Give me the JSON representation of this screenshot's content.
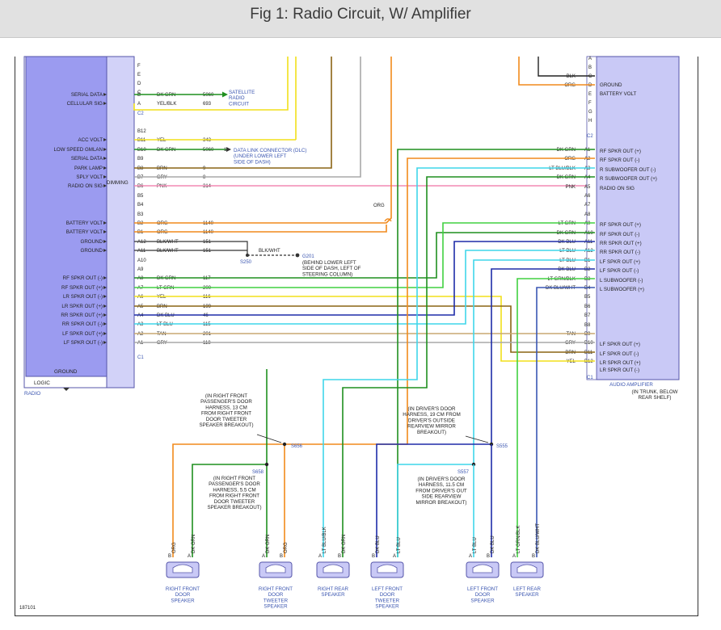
{
  "title": "Fig 1: Radio Circuit, W/ Amplifier",
  "radio": {
    "name": "RADIO",
    "logic": "LOGIC",
    "ground": "GROUND",
    "dimming": "DIMMING",
    "connector_top_pins": [
      "F",
      "E",
      "D",
      "C"
    ],
    "c2_pins": [
      {
        "pin": "B",
        "wire": "DK GRN",
        "circuit": "5060",
        "label": "SERIAL DATA",
        "color": "#1a8a1a"
      },
      {
        "pin": "A",
        "wire": "YEL/BLK",
        "circuit": "693",
        "label": "CELLULAR SIG",
        "color": "#f4e21a"
      }
    ],
    "c2_label": "C2",
    "satellite": "SATELLITE\nRADIO\nCIRCUIT",
    "b_pins": [
      {
        "pin": "B12",
        "wire": "",
        "circuit": "",
        "label": "",
        "color": ""
      },
      {
        "pin": "B11",
        "wire": "YEL",
        "circuit": "343",
        "label": "ACC VOLT",
        "color": "#f4e21a"
      },
      {
        "pin": "B10",
        "wire": "DK GRN",
        "circuit": "5060",
        "label": "LOW SPEED GMLAN",
        "color": "#1a8a1a"
      },
      {
        "pin": "B9",
        "wire": "",
        "circuit": "",
        "label": "SERIAL DATA",
        "color": ""
      },
      {
        "pin": "B8",
        "wire": "BRN",
        "circuit": "9",
        "label": "PARK LAMP",
        "color": "#8a6412"
      },
      {
        "pin": "B7",
        "wire": "GRY",
        "circuit": "8",
        "label": "SPLY VOLT",
        "color": "#a0a0a0"
      },
      {
        "pin": "B6",
        "wire": "PNK",
        "circuit": "314",
        "label": "RADIO ON SIG",
        "color": "#f08ab0"
      },
      {
        "pin": "B5",
        "wire": "",
        "circuit": "",
        "label": "",
        "color": ""
      },
      {
        "pin": "B4",
        "wire": "",
        "circuit": "",
        "label": "",
        "color": ""
      },
      {
        "pin": "B3",
        "wire": "",
        "circuit": "",
        "label": "",
        "color": ""
      },
      {
        "pin": "B2",
        "wire": "ORG",
        "circuit": "1140",
        "label": "BATTERY VOLT",
        "color": "#f08c1a"
      },
      {
        "pin": "B1",
        "wire": "ORG",
        "circuit": "1140",
        "label": "BATTERY VOLT",
        "color": "#f08c1a"
      },
      {
        "pin": "A12",
        "wire": "BLK/WHT",
        "circuit": "151",
        "label": "GROUND",
        "color": "#333333"
      },
      {
        "pin": "A11",
        "wire": "BLK/WHT",
        "circuit": "151",
        "label": "GROUND",
        "color": "#333333"
      },
      {
        "pin": "A10",
        "wire": "",
        "circuit": "",
        "label": "",
        "color": ""
      },
      {
        "pin": "A9",
        "wire": "",
        "circuit": "",
        "label": "",
        "color": ""
      },
      {
        "pin": "A8",
        "wire": "DK GRN",
        "circuit": "117",
        "label": "RF SPKR OUT (-)",
        "color": "#1a8a1a"
      },
      {
        "pin": "A7",
        "wire": "LT GRN",
        "circuit": "200",
        "label": "RF SPKR OUT (+)",
        "color": "#3ed43e"
      },
      {
        "pin": "A6",
        "wire": "YEL",
        "circuit": "116",
        "label": "LR SPKR OUT (-)",
        "color": "#f4e21a"
      },
      {
        "pin": "A5",
        "wire": "BRN",
        "circuit": "199",
        "label": "LR SPKR OUT (+)",
        "color": "#8a6412"
      },
      {
        "pin": "A4",
        "wire": "DK BLU",
        "circuit": "46",
        "label": "RR SPKR OUT (+)",
        "color": "#1a2aa0"
      },
      {
        "pin": "A3",
        "wire": "LT BLU",
        "circuit": "115",
        "label": "RR SPKR OUT (-)",
        "color": "#3fd8e8"
      },
      {
        "pin": "A2",
        "wire": "TAN",
        "circuit": "201",
        "label": "LF SPKR OUT (+)",
        "color": "#c8a870"
      },
      {
        "pin": "A1",
        "wire": "GRY",
        "circuit": "118",
        "label": "LF SPKR OUT (-)",
        "color": "#a0a0a0"
      }
    ],
    "c1_label": "C1",
    "dlc": "DATA LINK CONNECTOR (DLC)\n(UNDER LOWER LEFT\nSIDE OF DASH)",
    "dlc_pin": "1",
    "s250": "S250",
    "g201": "G201",
    "g201_wire": "BLK/WHT",
    "g201_note": "(BEHIND LOWER LEFT\nSIDE OF DASH, LEFT OF\nSTEERING COLUMN)"
  },
  "amplifier": {
    "name": "AUDIO AMPLIFIER",
    "location": "(IN TRUNK, BELOW\nREAR SHELF)",
    "c2_pins": [
      {
        "pin": "A",
        "wire": "",
        "label": ""
      },
      {
        "pin": "B",
        "wire": "",
        "label": ""
      },
      {
        "pin": "C",
        "wire": "BLK",
        "label": ""
      },
      {
        "pin": "D",
        "wire": "ORG",
        "label": "GROUND"
      },
      {
        "pin": "E",
        "wire": "",
        "label": "BATTERY VOLT"
      },
      {
        "pin": "F",
        "wire": "",
        "label": ""
      },
      {
        "pin": "G",
        "wire": "",
        "label": ""
      },
      {
        "pin": "H",
        "wire": "",
        "label": ""
      }
    ],
    "c2_label": "C2",
    "c1_pins": [
      {
        "pin": "A1",
        "wire": "DK GRN",
        "label": "RF SPKR OUT (+)"
      },
      {
        "pin": "A2",
        "wire": "ORG",
        "label": "RF SPKR OUT (-)"
      },
      {
        "pin": "A3",
        "wire": "LT BLU/BLK",
        "label": "R SUBWOOFER OUT (-)"
      },
      {
        "pin": "A4",
        "wire": "DK GRN",
        "label": "R SUBWOOFER OUT (+)"
      },
      {
        "pin": "A5",
        "wire": "PNK",
        "label": "RADIO ON SIG"
      },
      {
        "pin": "A6",
        "wire": "",
        "label": ""
      },
      {
        "pin": "A7",
        "wire": "",
        "label": ""
      },
      {
        "pin": "A8",
        "wire": "",
        "label": ""
      },
      {
        "pin": "A9",
        "wire": "LT GRN",
        "label": "RF SPKR OUT (+)"
      },
      {
        "pin": "A10",
        "wire": "DK GRN",
        "label": "RF SPKR OUT (-)"
      },
      {
        "pin": "A11",
        "wire": "DK BLU",
        "label": "RR SPKR OUT (+)"
      },
      {
        "pin": "A12",
        "wire": "LT BLU",
        "label": "RR SPKR OUT (-)"
      },
      {
        "pin": "B1",
        "wire": "LT BLU",
        "label": "LF SPKR OUT (+)"
      },
      {
        "pin": "B2",
        "wire": "DK BLU",
        "label": "LF SPKR OUT (-)"
      },
      {
        "pin": "B3",
        "wire": "LT GRN/BLK",
        "label": "L SUBWOOFER (-)"
      },
      {
        "pin": "B4",
        "wire": "DK BLU/WHT",
        "label": "L SUBWOOFER (+)"
      },
      {
        "pin": "B5",
        "wire": "",
        "label": ""
      },
      {
        "pin": "B6",
        "wire": "",
        "label": ""
      },
      {
        "pin": "B7",
        "wire": "",
        "label": ""
      },
      {
        "pin": "B8",
        "wire": "",
        "label": ""
      },
      {
        "pin": "B9",
        "wire": "TAN",
        "label": ""
      },
      {
        "pin": "B10",
        "wire": "GRY",
        "label": "LF SPKR OUT (+)"
      },
      {
        "pin": "B11",
        "wire": "BRN",
        "label": "LF SPKR OUT (-)"
      },
      {
        "pin": "B12",
        "wire": "YEL",
        "label": "LR SPKR OUT (+)"
      }
    ],
    "c1_extra_label": "LR SPKR OUT (-)",
    "c1_label": "C1"
  },
  "splices": {
    "s656": "S656",
    "s656_note": "(IN RIGHT FRONT\nPASSENGER'S DOOR\nHARNESS, 13 CM\nFROM RIGHT FRONT\nDOOR TWEETER\nSPEAKER BREAKOUT)",
    "s658": "S658",
    "s658_note": "(IN RIGHT FRONT\nPASSENGER'S DOOR\nHARNESS, 5.5 CM\nFROM RIGHT FRONT\nDOOR TWEETER\nSPEAKER BREAKOUT)",
    "s555": "S555",
    "s555_note": "(IN DRIVER'S DOOR\nHARNESS, 19 CM FROM\nDRIVER'S OUTSIDE\nREARVIEW MIRROR\nBREAKOUT)",
    "s557": "S557",
    "s557_note": "(IN DRIVER'S DOOR\nHARNESS, 11.5 CM\nFROM DRIVER'S OUT\nSIDE REARVIEW\nMIRROR BREAKOUT)"
  },
  "speakers": [
    {
      "name": "RIGHT FRONT\nDOOR\nSPEAKER",
      "wires": [
        {
          "pin": "B",
          "wire": "ORG"
        },
        {
          "pin": "A",
          "wire": "DK GRN"
        }
      ]
    },
    {
      "name": "RIGHT FRONT\nDOOR\nTWEETER\nSPEAKER",
      "wires": [
        {
          "pin": "A",
          "wire": "DK GRN"
        },
        {
          "pin": "B",
          "wire": "ORG"
        }
      ]
    },
    {
      "name": "RIGHT REAR\nSPEAKER",
      "wires": [
        {
          "pin": "A",
          "wire": "LT BLU/BLK"
        },
        {
          "pin": "B",
          "wire": "DK GRN"
        }
      ]
    },
    {
      "name": "LEFT FRONT\nDOOR\nTWEETER\nSPEAKER",
      "wires": [
        {
          "pin": "B",
          "wire": "DK BLU"
        },
        {
          "pin": "A",
          "wire": "LT BLU"
        }
      ]
    },
    {
      "name": "LEFT FRONT\nDOOR\nSPEAKER",
      "wires": [
        {
          "pin": "A",
          "wire": "LT BLU"
        },
        {
          "pin": "B",
          "wire": "DK BLU"
        }
      ]
    },
    {
      "name": "LEFT REAR\nSPEAKER",
      "wires": [
        {
          "pin": "A",
          "wire": "LT GRN/BLK"
        },
        {
          "pin": "B",
          "wire": "DK BLU/WHT"
        }
      ]
    }
  ],
  "wire_labels": {
    "org_top": "ORG"
  },
  "figure_number": "187101"
}
